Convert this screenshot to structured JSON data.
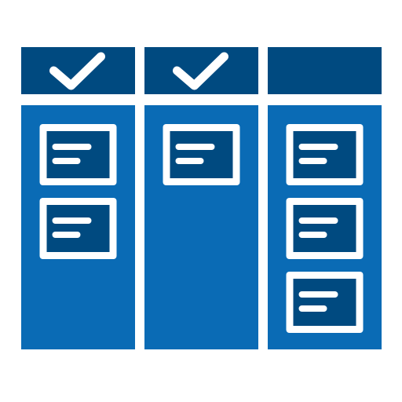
{
  "icon": {
    "name": "kanban-board-icon",
    "colors": {
      "header": "#004a80",
      "column": "#0a6bb5",
      "card_border": "#ffffff",
      "card_fill": "#004a80",
      "line": "#ffffff"
    }
  },
  "columns": [
    {
      "name": "column-1",
      "header_icon": "checkmark-icon",
      "card_count": 2
    },
    {
      "name": "column-2",
      "header_icon": "checkmark-icon",
      "card_count": 1
    },
    {
      "name": "column-3",
      "header_icon": "",
      "card_count": 3
    }
  ]
}
